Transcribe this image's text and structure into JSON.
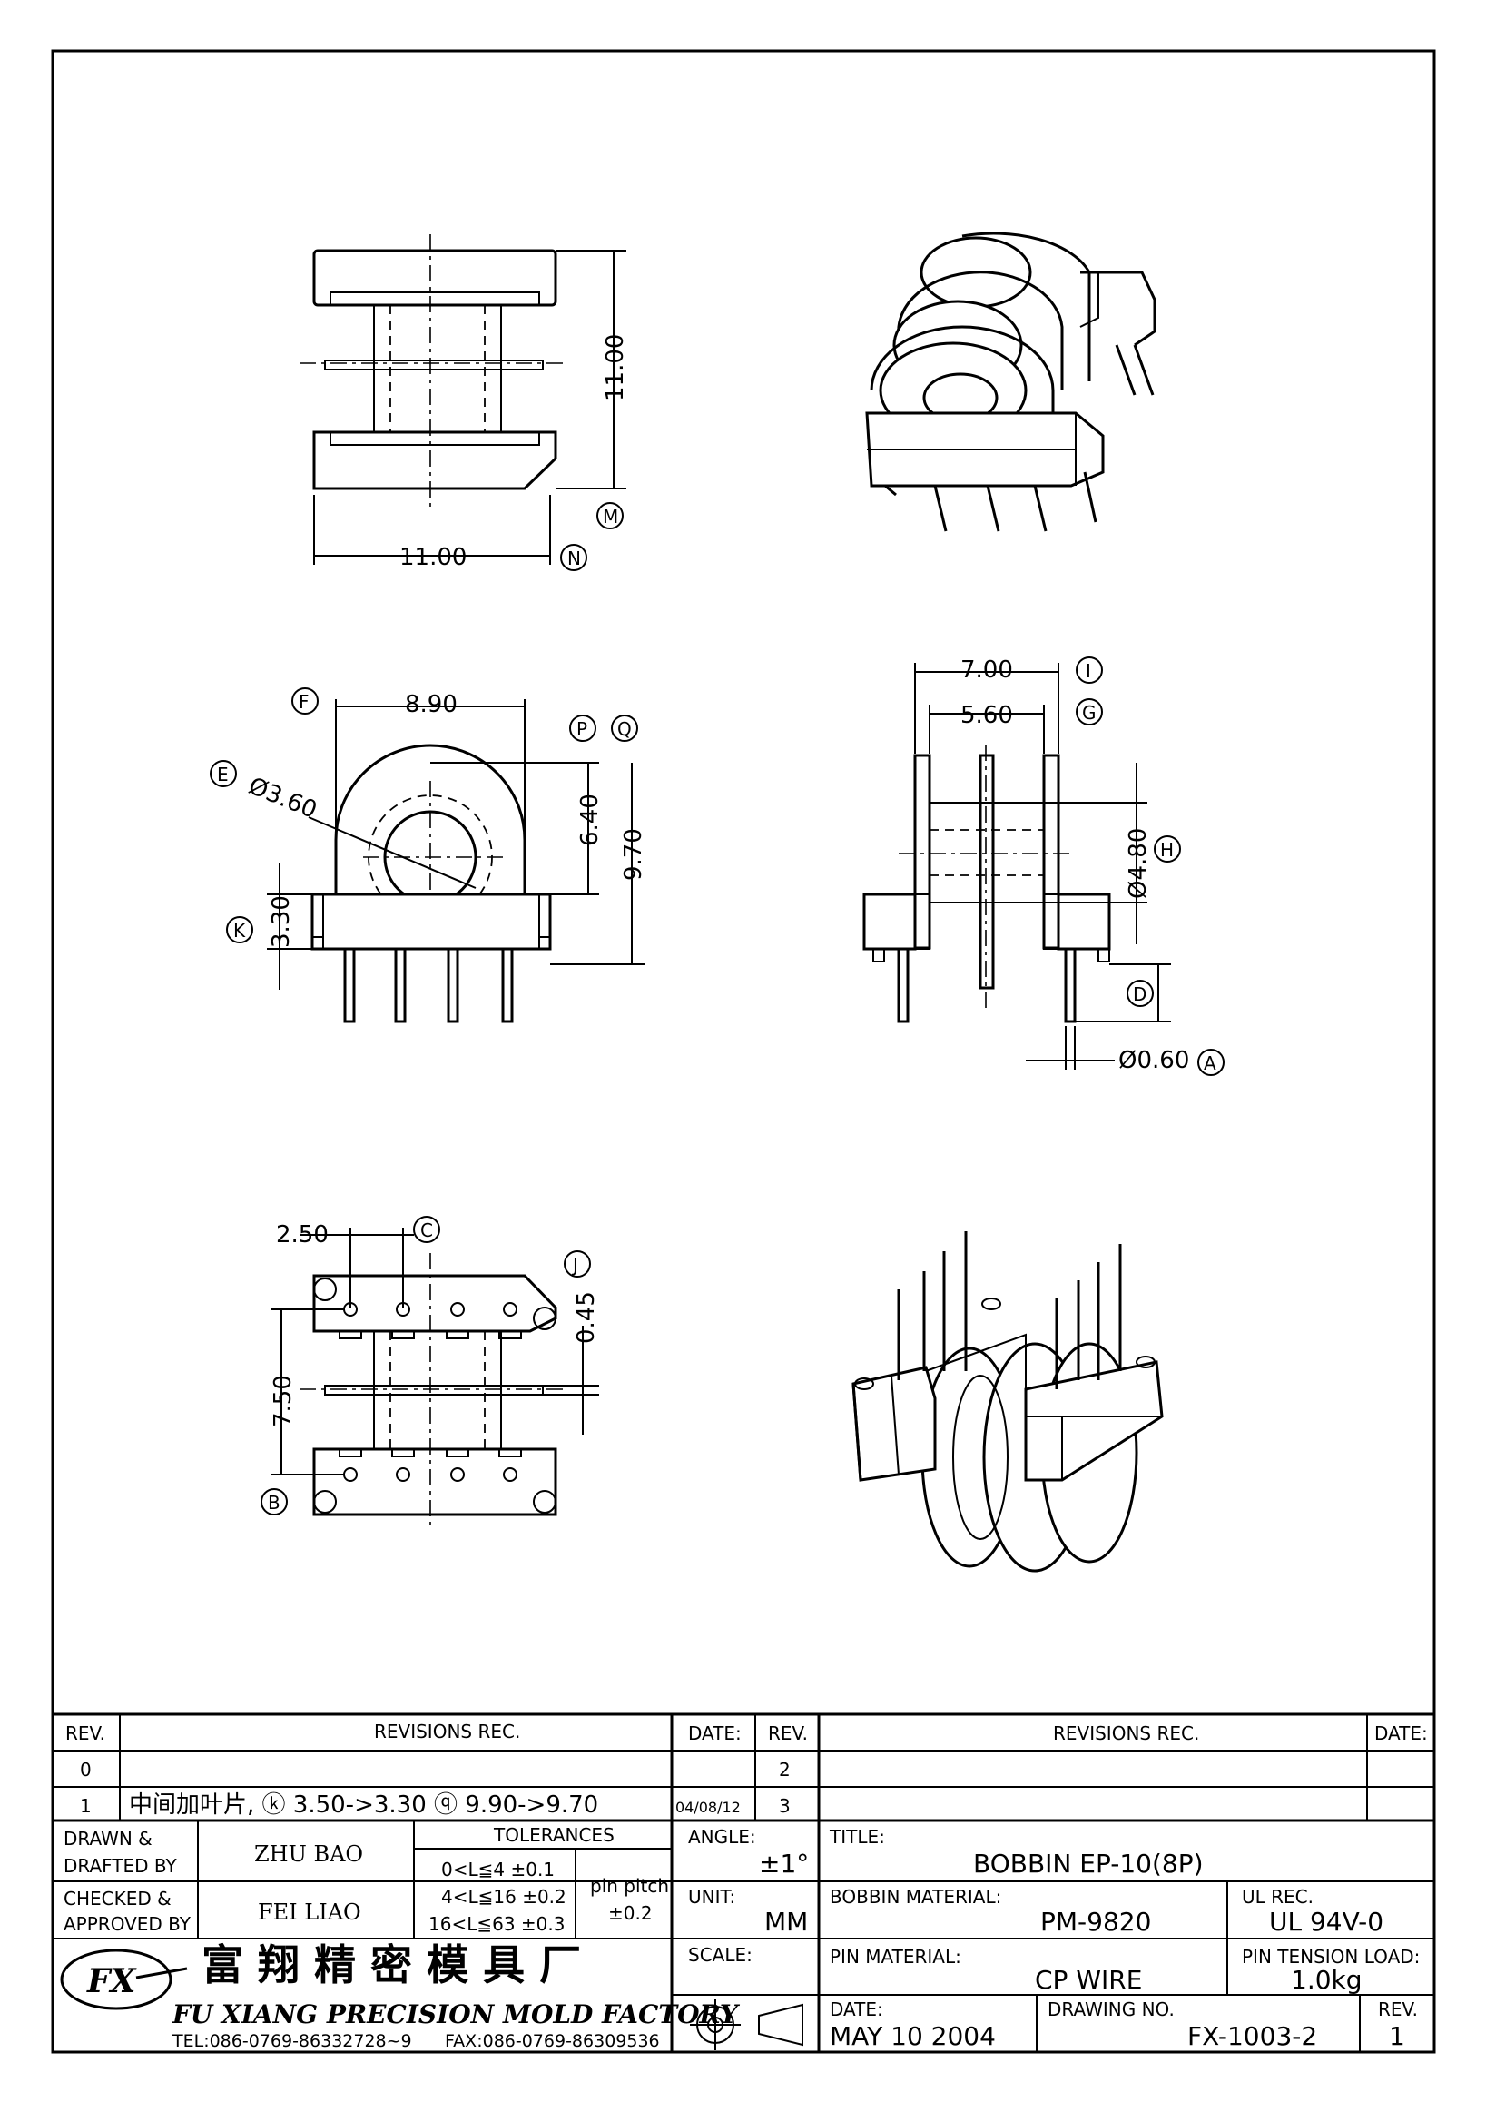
{
  "views": {
    "top": {
      "dim_width": "11.00",
      "dim_height": "11.00",
      "balloon_m": "M",
      "balloon_n": "N"
    },
    "front": {
      "dim_width": "8.90",
      "dim_dia": "Ø3.60",
      "dim_640": "6.40",
      "dim_970": "9.70",
      "dim_330": "3.30",
      "balloon_f": "F",
      "balloon_e": "E",
      "balloon_p": "P",
      "balloon_q": "Q",
      "balloon_k": "K"
    },
    "side": {
      "dim_700": "7.00",
      "dim_560": "5.60",
      "dim_dia_480": "Ø4.80",
      "dim_dia_060": "Ø0.60",
      "balloon_i": "I",
      "balloon_g": "G",
      "balloon_h": "H",
      "balloon_d": "D",
      "balloon_a": "A"
    },
    "bottom": {
      "dim_250": "2.50",
      "dim_750": "7.50",
      "dim_045": "0.45",
      "balloon_c": "C",
      "balloon_j": "J",
      "balloon_b": "B"
    }
  },
  "title_block": {
    "rev_header": "REV.",
    "revisions_header": "REVISIONS   REC.",
    "date_header": "DATE:",
    "rows_left": [
      {
        "rev": "0",
        "text": "",
        "date": ""
      },
      {
        "rev": "1",
        "text": "中间加叶片, ⓚ 3.50->3.30 ⓠ 9.90->9.70",
        "date": "04/08/12"
      }
    ],
    "rows_right": [
      {
        "rev": "2"
      },
      {
        "rev": "3"
      }
    ],
    "drawn_label_1": "DRAWN &",
    "drawn_label_2": "DRAFTED BY",
    "drawn_name": "ZHU  BAO",
    "checked_label_1": "CHECKED &",
    "checked_label_2": "APPROVED BY",
    "checked_name": "FEI LIAO",
    "tolerances_label": "TOLERANCES",
    "tol_1": "0<L≦4   ±0.1",
    "tol_2": "4<L≦16  ±0.2",
    "tol_3": "16<L≦63  ±0.3",
    "pin_pitch_label": "pin  pitch",
    "pin_pitch_value": "±0.2",
    "angle_label": "ANGLE:",
    "angle_value": "±1°",
    "unit_label": "UNIT:",
    "unit_value": "MM",
    "scale_label": "SCALE:",
    "title_label": "TITLE:",
    "title_value": "BOBBIN  EP-10(8P)",
    "bobbin_material_label": "BOBBIN MATERIAL:",
    "bobbin_material_value": "PM-9820",
    "ul_label": "UL REC.",
    "ul_value": "UL 94V-0",
    "pin_material_label": "PIN MATERIAL:",
    "pin_material_value": "CP WIRE",
    "pin_tension_label": "PIN TENSION LOAD:",
    "pin_tension_value": "1.0kg",
    "date_label": "DATE:",
    "date_value": "MAY  10   2004",
    "drawing_no_label": "DRAWING NO.",
    "drawing_no_value": "FX-1003-2",
    "rev_label": "REV.",
    "rev_value": "1",
    "company_cn": "富 翔 精 密 模 具 厂",
    "company_en": "FU XIANG PRECISION  MOLD FACTORY",
    "company_tel": "TEL:086-0769-86332728~9",
    "company_fax": "FAX:086-0769-86309536",
    "logo_text": "FX"
  }
}
